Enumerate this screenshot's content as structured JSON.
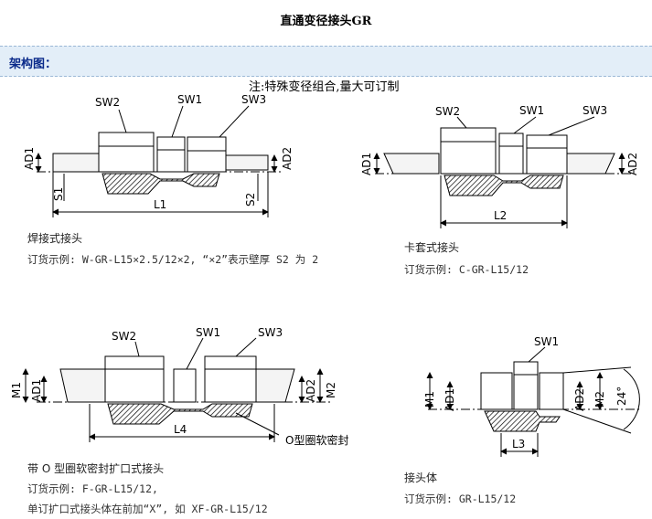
{
  "page": {
    "title": "直通变径接头GR",
    "section": "架构图：",
    "note": "注:特殊变径组合,量大可订制"
  },
  "figures": {
    "weld": {
      "caption": "焊接式接头",
      "order": "订货示例: W-GR-L15×2.5/12×2, “×2”表示壁厚 S2 为 2",
      "labels": {
        "sw2": "SW2",
        "sw1": "SW1",
        "sw3": "SW3",
        "ad1": "AD1",
        "ad2": "AD2",
        "s1": "S1",
        "s2": "S2",
        "l1": "L1"
      }
    },
    "ferrule": {
      "caption": "卡套式接头",
      "order": "订货示例: C-GR-L15/12",
      "labels": {
        "sw2": "SW2",
        "sw1": "SW1",
        "sw3": "SW3",
        "ad1": "AD1",
        "ad2": "AD2",
        "l2": "L2"
      }
    },
    "flare": {
      "caption": "带 O 型圈软密封扩口式接头",
      "order": "订货示例: F-GR-L15/12,",
      "order2": "单订扩口式接头体在前加“X”, 如 XF-GR-L15/12",
      "oring": "O型圈软密封",
      "labels": {
        "sw2": "SW2",
        "sw1": "SW1",
        "sw3": "SW3",
        "m1": "M1",
        "ad1": "AD1",
        "ad2": "AD2",
        "m2": "M2",
        "l4": "L4"
      }
    },
    "body": {
      "caption": "接头体",
      "order": "订货示例: GR-L15/12",
      "labels": {
        "sw1": "SW1",
        "m1": "M1",
        "ad1": "AD1",
        "ad2": "AD2",
        "m2": "M2",
        "angle": "24°",
        "l3": "L3"
      }
    }
  }
}
